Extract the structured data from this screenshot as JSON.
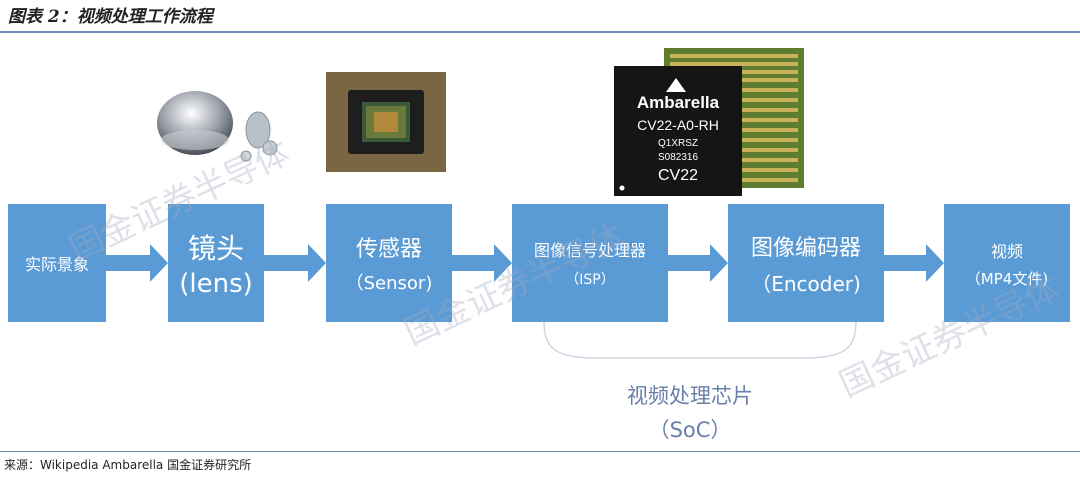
{
  "title": "图表 2：视频处理工作流程",
  "source": "来源：Wikipedia Ambarella 国金证券研究所",
  "watermark": "国金证券半导体",
  "stages": [
    {
      "line1": "实际景象",
      "line2": ""
    },
    {
      "line1": "镜头",
      "line2": "(lens)"
    },
    {
      "line1": "传感器",
      "line2": "（Sensor)"
    },
    {
      "line1": "图像信号处理器",
      "line2": "（ISP）"
    },
    {
      "line1": "图像编码器",
      "line2": "（Encoder)"
    },
    {
      "line1": "视频",
      "line2": "（MP4文件)"
    }
  ],
  "soc": {
    "line1": "视频处理芯片",
    "line2": "（SoC）"
  },
  "chip": {
    "brand": "Ambarella",
    "model": "CV22-A0-RH",
    "code1": "Q1XRSZ",
    "code2": "S082316",
    "name": "CV22"
  },
  "colors": {
    "box": "#5b9bd5",
    "arrow": "#5b9bd5",
    "rule": "#6c8db8",
    "soc_text": "#6a7fa8"
  },
  "icons": [
    "lens-photo",
    "sensor-photo",
    "chip-photo"
  ]
}
